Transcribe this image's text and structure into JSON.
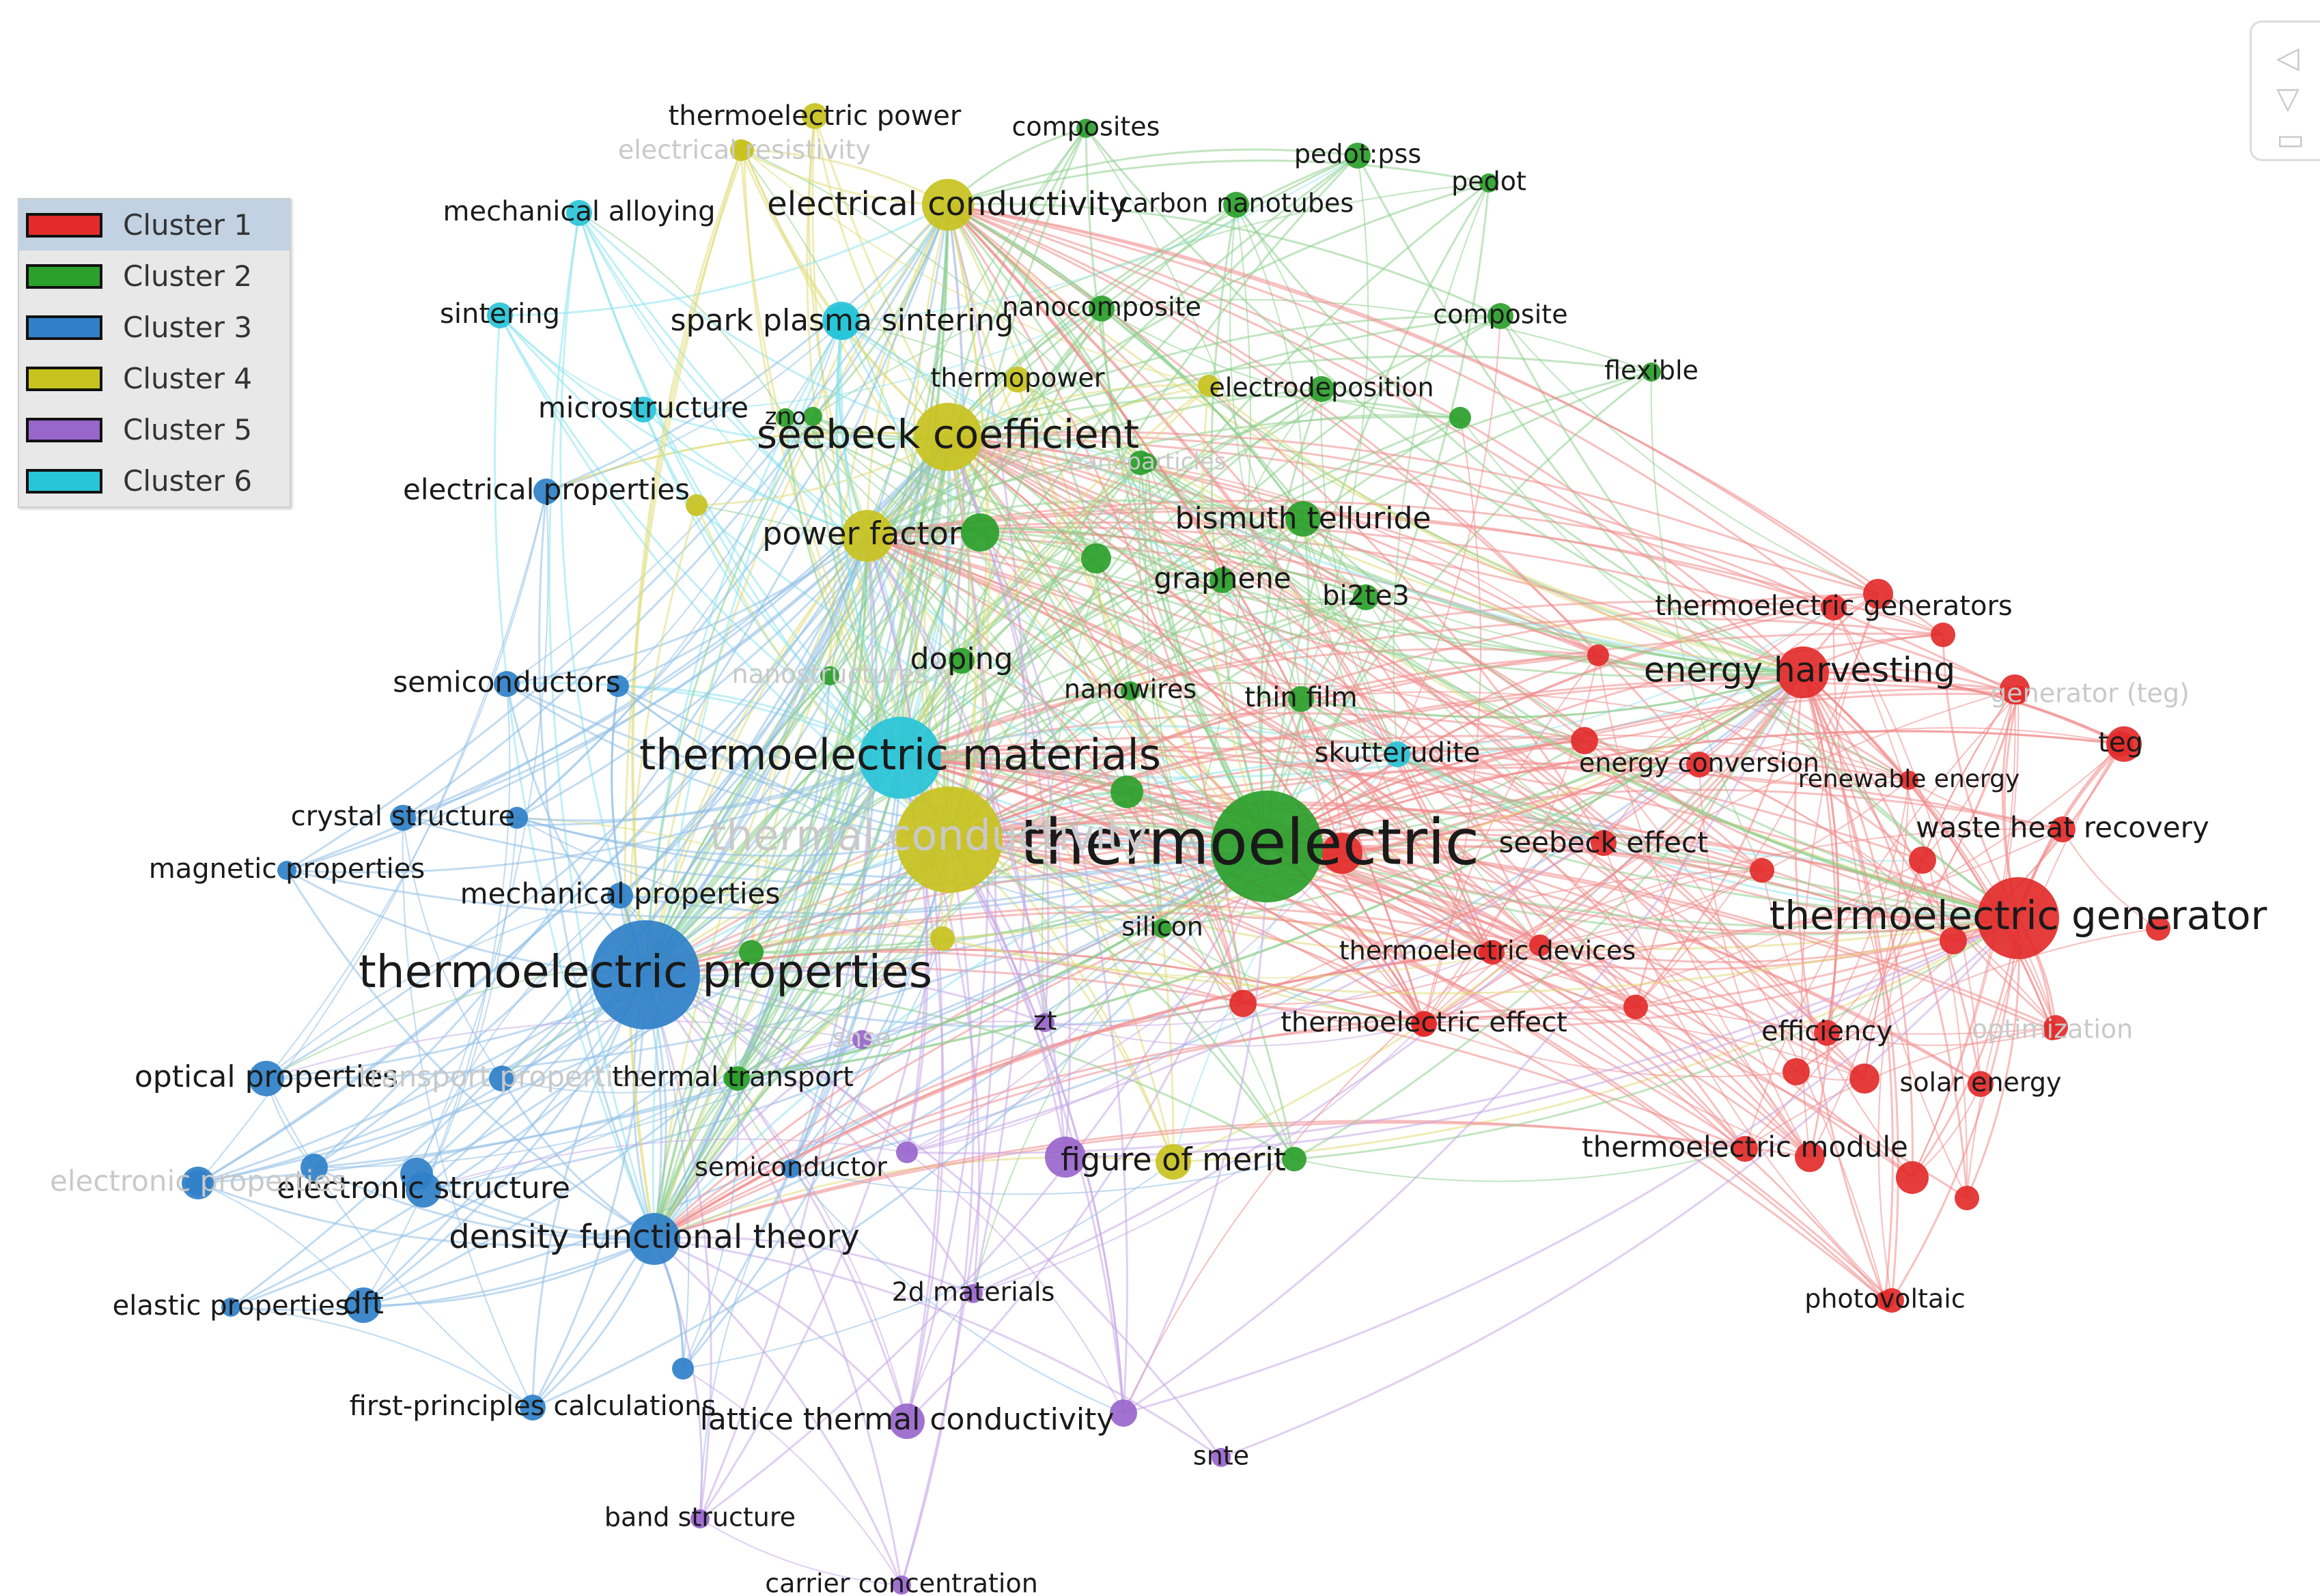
{
  "legend": {
    "items": [
      {
        "label": "Cluster 1",
        "color": "#e32b2b"
      },
      {
        "label": "Cluster 2",
        "color": "#2ba02b"
      },
      {
        "label": "Cluster 3",
        "color": "#2f80c8"
      },
      {
        "label": "Cluster 4",
        "color": "#c8c21f"
      },
      {
        "label": "Cluster 5",
        "color": "#9966cc"
      },
      {
        "label": "Cluster 6",
        "color": "#28c4d8"
      }
    ]
  },
  "controls": {
    "items": [
      "◁",
      "▽",
      "▭"
    ]
  },
  "nodes": [
    {
      "id": "thermoelectric",
      "label": "thermoelectric",
      "cluster": 2,
      "size": 10
    },
    {
      "id": "thermoelectric-materials",
      "label": "thermoelectric materials",
      "cluster": 6,
      "size": 6
    },
    {
      "id": "thermoelectric-properties",
      "label": "thermoelectric properties",
      "cluster": 3,
      "size": 8
    },
    {
      "id": "thermal-conductivity",
      "label": "thermal conductivity",
      "cluster": 4,
      "size": 7
    },
    {
      "id": "seebeck-coefficient",
      "label": "seebeck coefficient",
      "cluster": 4,
      "size": 5
    },
    {
      "id": "thermoelectric-generator",
      "label": "thermoelectric generator",
      "cluster": 1,
      "size": 6
    },
    {
      "id": "energy-harvesting",
      "label": "energy harvesting",
      "cluster": 1,
      "size": 4
    },
    {
      "id": "electrical-conductivity",
      "label": "electrical conductivity",
      "cluster": 4,
      "size": 4
    },
    {
      "id": "power-factor",
      "label": "power factor",
      "cluster": 4,
      "size": 4
    },
    {
      "id": "bismuth-telluride",
      "label": "bismuth telluride",
      "cluster": 2,
      "size": 3
    },
    {
      "id": "density-functional-theory",
      "label": "density functional theory",
      "cluster": 3,
      "size": 4
    },
    {
      "id": "figure-of-merit",
      "label": "figure of merit",
      "cluster": 4,
      "size": 3
    },
    {
      "id": "lattice-thermal-conductivity",
      "label": "lattice thermal conductivity",
      "cluster": 5,
      "size": 3
    },
    {
      "id": "optical-properties",
      "label": "optical properties",
      "cluster": 3,
      "size": 3
    },
    {
      "id": "electronic-structure",
      "label": "electronic structure",
      "cluster": 3,
      "size": 3
    },
    {
      "id": "dft",
      "label": "dft",
      "cluster": 3,
      "size": 3
    },
    {
      "id": "waste-heat-recovery",
      "label": "waste heat recovery",
      "cluster": 1,
      "size": 2
    },
    {
      "id": "thermoelectric-module",
      "label": "thermoelectric module",
      "cluster": 1,
      "size": 2
    },
    {
      "id": "thermoelectric-generators",
      "label": "thermoelectric generators",
      "cluster": 1,
      "size": 2
    },
    {
      "id": "seebeck-effect",
      "label": "seebeck effect",
      "cluster": 1,
      "size": 2
    },
    {
      "id": "teg",
      "label": "teg",
      "cluster": 1,
      "size": 2
    },
    {
      "id": "energy-conversion",
      "label": "energy conversion",
      "cluster": 1,
      "size": 2
    },
    {
      "id": "renewable-energy",
      "label": "renewable energy",
      "cluster": 1,
      "size": 1
    },
    {
      "id": "efficiency",
      "label": "efficiency",
      "cluster": 1,
      "size": 2
    },
    {
      "id": "solar-energy",
      "label": "solar energy",
      "cluster": 1,
      "size": 2
    },
    {
      "id": "photovoltaic",
      "label": "photovoltaic",
      "cluster": 1,
      "size": 1
    },
    {
      "id": "thermoelectric-effect",
      "label": "thermoelectric effect",
      "cluster": 1,
      "size": 2
    },
    {
      "id": "thermoelectric-devices",
      "label": "thermoelectric devices",
      "cluster": 1,
      "size": 1
    },
    {
      "id": "optimization",
      "label": "optimization",
      "cluster": 1,
      "size": 1
    },
    {
      "id": "generator-teg",
      "label": "generator (teg)",
      "cluster": 1,
      "size": 1
    },
    {
      "id": "thermoelectric-power",
      "label": "thermoelectric power",
      "cluster": 4,
      "size": 2
    },
    {
      "id": "composites",
      "label": "composites",
      "cluster": 2,
      "size": 1
    },
    {
      "id": "pedot-pss",
      "label": "pedot:pss",
      "cluster": 2,
      "size": 2
    },
    {
      "id": "pedot",
      "label": "pedot",
      "cluster": 2,
      "size": 1
    },
    {
      "id": "carbon-nanotubes",
      "label": "carbon nanotubes",
      "cluster": 2,
      "size": 2
    },
    {
      "id": "nanocomposite",
      "label": "nanocomposite",
      "cluster": 2,
      "size": 2
    },
    {
      "id": "composite",
      "label": "composite",
      "cluster": 2,
      "size": 2
    },
    {
      "id": "flexible",
      "label": "flexible",
      "cluster": 2,
      "size": 1
    },
    {
      "id": "electrodeposition",
      "label": "electrodeposition",
      "cluster": 2,
      "size": 2
    },
    {
      "id": "thermopower",
      "label": "thermopower",
      "cluster": 4,
      "size": 2
    },
    {
      "id": "graphene",
      "label": "graphene",
      "cluster": 2,
      "size": 2
    },
    {
      "id": "bi2te3",
      "label": "bi2te3",
      "cluster": 2,
      "size": 2
    },
    {
      "id": "doping",
      "label": "doping",
      "cluster": 2,
      "size": 2
    },
    {
      "id": "nanowires",
      "label": "nanowires",
      "cluster": 2,
      "size": 1
    },
    {
      "id": "thin-film",
      "label": "thin film",
      "cluster": 2,
      "size": 2
    },
    {
      "id": "skutterudite",
      "label": "skutterudite",
      "cluster": 6,
      "size": 2
    },
    {
      "id": "silicon",
      "label": "silicon",
      "cluster": 2,
      "size": 1
    },
    {
      "id": "mechanical-alloying",
      "label": "mechanical alloying",
      "cluster": 6,
      "size": 2
    },
    {
      "id": "sintering",
      "label": "sintering",
      "cluster": 6,
      "size": 2
    },
    {
      "id": "spark-plasma-sintering",
      "label": "spark plasma sintering",
      "cluster": 6,
      "size": 3
    },
    {
      "id": "microstructure",
      "label": "microstructure",
      "cluster": 6,
      "size": 2
    },
    {
      "id": "electrical-properties",
      "label": "electrical properties",
      "cluster": 3,
      "size": 2
    },
    {
      "id": "semiconductors",
      "label": "semiconductors",
      "cluster": 3,
      "size": 2
    },
    {
      "id": "nanostructures",
      "label": "nanostructures",
      "cluster": 2,
      "size": 1
    },
    {
      "id": "crystal-structure",
      "label": "crystal structure",
      "cluster": 3,
      "size": 2
    },
    {
      "id": "magnetic-properties",
      "label": "magnetic properties",
      "cluster": 3,
      "size": 1
    },
    {
      "id": "mechanical-properties",
      "label": "mechanical properties",
      "cluster": 3,
      "size": 2
    },
    {
      "id": "transport-properties",
      "label": "transport properties",
      "cluster": 3,
      "size": 2
    },
    {
      "id": "thermal-transport",
      "label": "thermal transport",
      "cluster": 2,
      "size": 1
    },
    {
      "id": "snse",
      "label": "snse",
      "cluster": 5,
      "size": 1
    },
    {
      "id": "zt",
      "label": "zt",
      "cluster": 5,
      "size": 1
    },
    {
      "id": "semiconductor",
      "label": "semiconductor",
      "cluster": 3,
      "size": 1
    },
    {
      "id": "electronic-properties",
      "label": "electronic properties",
      "cluster": 3,
      "size": 2
    },
    {
      "id": "elastic-properties",
      "label": "elastic properties",
      "cluster": 3,
      "size": 1
    },
    {
      "id": "first-principles-calculations",
      "label": "first-principles calculations",
      "cluster": 3,
      "size": 2
    },
    {
      "id": "2d-materials",
      "label": "2d materials",
      "cluster": 5,
      "size": 1
    },
    {
      "id": "snte",
      "label": "snte",
      "cluster": 5,
      "size": 1
    },
    {
      "id": "band-structure",
      "label": "band structure",
      "cluster": 5,
      "size": 1
    },
    {
      "id": "carrier-concentration",
      "label": "carrier concentration",
      "cluster": 5,
      "size": 1
    },
    {
      "id": "electrical-resistivity",
      "label": "electrical resistivity",
      "cluster": 4,
      "size": 1
    },
    {
      "id": "nanoparticles",
      "label": "nanoparticles",
      "cluster": 2,
      "size": 1
    },
    {
      "id": "zno",
      "label": "zno",
      "cluster": 2,
      "size": 1
    }
  ]
}
